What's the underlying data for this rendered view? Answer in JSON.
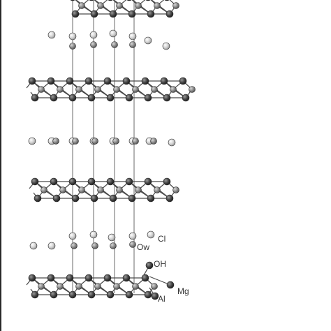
{
  "figure": {
    "labels": {
      "cl": "Cl",
      "ow": "Ow",
      "oh": "OH",
      "mg": "Mg",
      "al": "Al"
    }
  },
  "colors": {
    "hydroxyl_dark": "#3a3a3a",
    "metal_mid": "#8c8c8c",
    "interlayer_light": "#d6d6d6",
    "bond": "#4a4a4a",
    "axis_rule": "#555555"
  }
}
